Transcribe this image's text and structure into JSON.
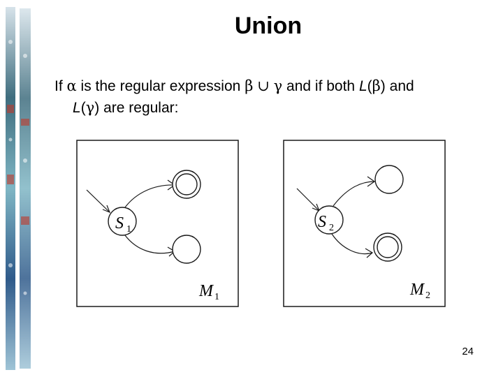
{
  "slide": {
    "title": "Union",
    "text": {
      "if": "If",
      "alpha": "α",
      "is_the": "is the regular expression",
      "beta": "β",
      "union": "∪",
      "gamma": "γ",
      "and_if_both": "and if both",
      "L": "L",
      "open": "(",
      "close": ")",
      "and": "and",
      "are_regular": "are regular:"
    },
    "page_number": "24"
  },
  "machines": [
    {
      "start_state": "S",
      "start_subscript": "1",
      "machine_label": "M",
      "machine_subscript": "1"
    },
    {
      "start_state": "S",
      "start_subscript": "2",
      "machine_label": "M",
      "machine_subscript": "2"
    }
  ],
  "colors": {
    "line": "#1a1a1a",
    "background": "#ffffff"
  }
}
